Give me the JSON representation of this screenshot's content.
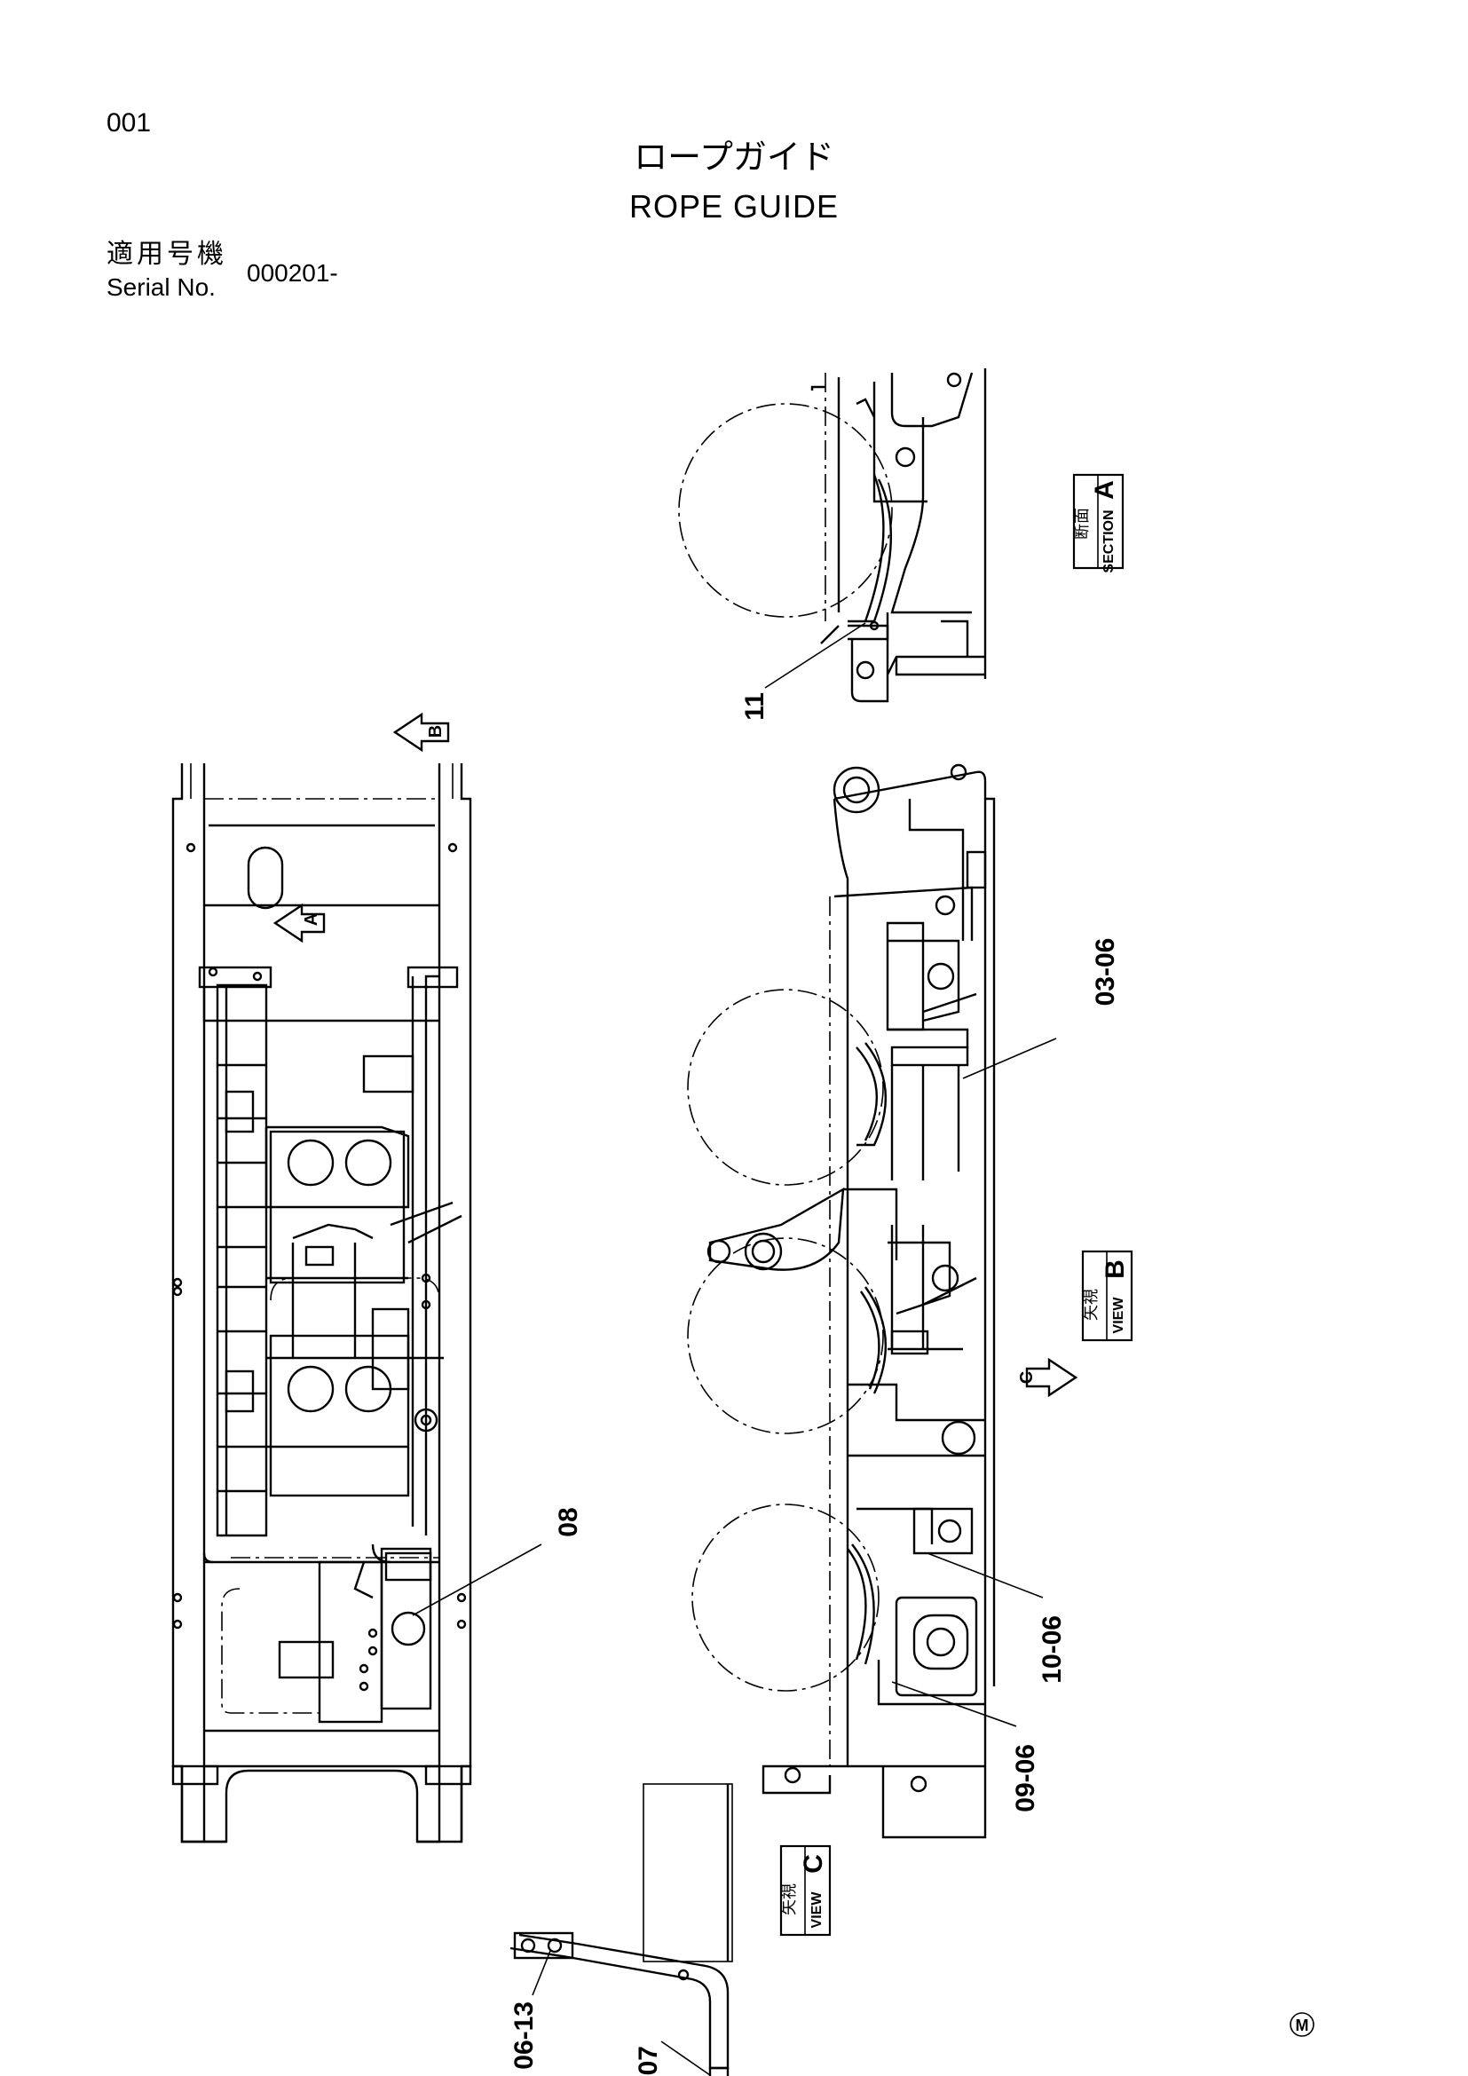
{
  "header": {
    "page_number": "001",
    "title_jp": "ロープガイド",
    "title_en": "ROPE GUIDE",
    "serial_label_jp": "適用号機",
    "serial_label_en": "Serial No.",
    "serial_value": "000201-"
  },
  "views": {
    "section_a": {
      "jp": "断面",
      "en": "SECTION",
      "letter": "A"
    },
    "view_b": {
      "jp": "矢視",
      "en": "VIEW",
      "letter": "B"
    },
    "view_c": {
      "jp": "矢視",
      "en": "VIEW",
      "letter": "C"
    }
  },
  "view_arrows": [
    "A",
    "B",
    "C"
  ],
  "callouts": [
    "11",
    "03-06",
    "08",
    "10-06",
    "09-06",
    "06-13",
    "07"
  ],
  "mark": "M"
}
